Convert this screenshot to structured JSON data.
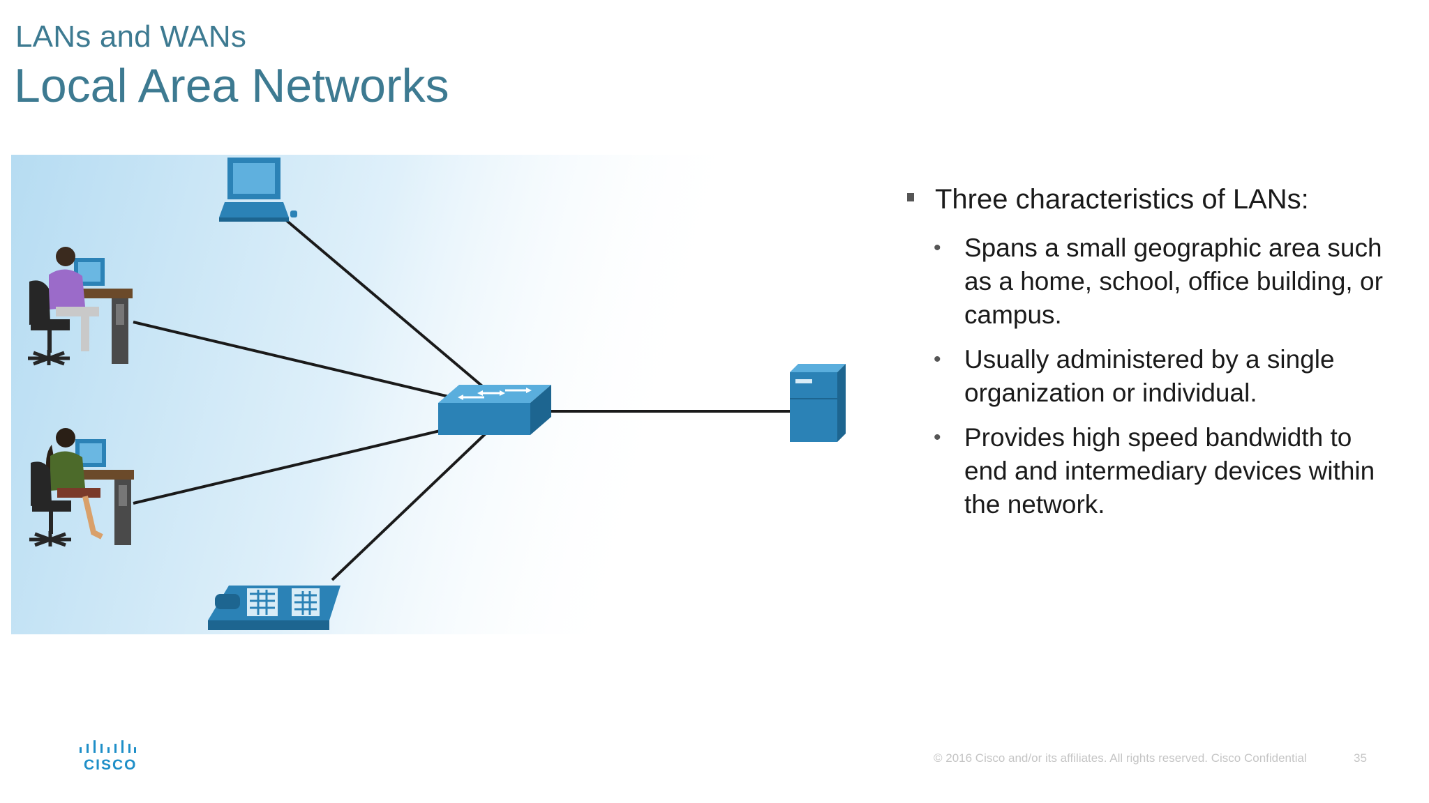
{
  "slide": {
    "subtitle": "LANs and WANs",
    "title": "Local Area Networks"
  },
  "content": {
    "heading": "Three characteristics of LANs:",
    "bullets": [
      "Spans a small geographic area such as a home, school, office building, or campus.",
      "Usually administered by a single organization or individual.",
      "Provides high speed bandwidth to end and intermediary devices within the network."
    ]
  },
  "diagram": {
    "nodes": [
      "laptop-icon",
      "user-workstation-icon",
      "user-workstation-icon",
      "ip-phone-icon",
      "switch-icon",
      "server-icon"
    ],
    "device_color": "#2b82b6"
  },
  "brand": {
    "logo_text": "CISCO",
    "accent": "#1f8fc8"
  },
  "footer": {
    "copyright": "© 2016  Cisco and/or its affiliates. All rights reserved.   Cisco Confidential",
    "page_number": "35"
  }
}
